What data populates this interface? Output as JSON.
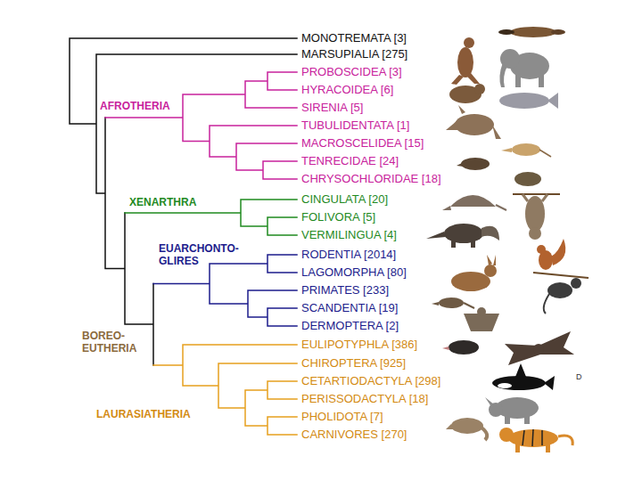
{
  "diagram": {
    "labels": [
      "MONOTREMATA [3]",
      "MARSUPIALIA [275]",
      "PROBOSCIDEA [3]",
      "HYRACOIDEA [6]",
      "SIRENIA [5]",
      "TUBULIDENTATA [1]",
      "MACROSCELIDEA [15]",
      "TENRECIDAE [24]",
      "CHRYSOCHLORIDAE [18]",
      "CINGULATA [20]",
      "FOLIVORA [5]",
      "VERMILINGUA [4]",
      "RODENTIA [2014]",
      "LAGOMORPHA [80]",
      "PRIMATES [233]",
      "SCANDENTIA [19]",
      "DERMOPTERA [2]",
      "EULIPOTYPHLA [386]",
      "CHIROPTERA [925]",
      "CETARTIODACTYLA [298]",
      "PERISSODACTYLA [18]",
      "PHOLIDOTA [7]",
      "CARNIVORES [270]",
      "AFROTHERIA",
      "XENARTHRA",
      "EUARCHONTO- GLIRES",
      "BOREO- EUTHERIA",
      "LAURASIATHERIA",
      "D"
    ]
  }
}
